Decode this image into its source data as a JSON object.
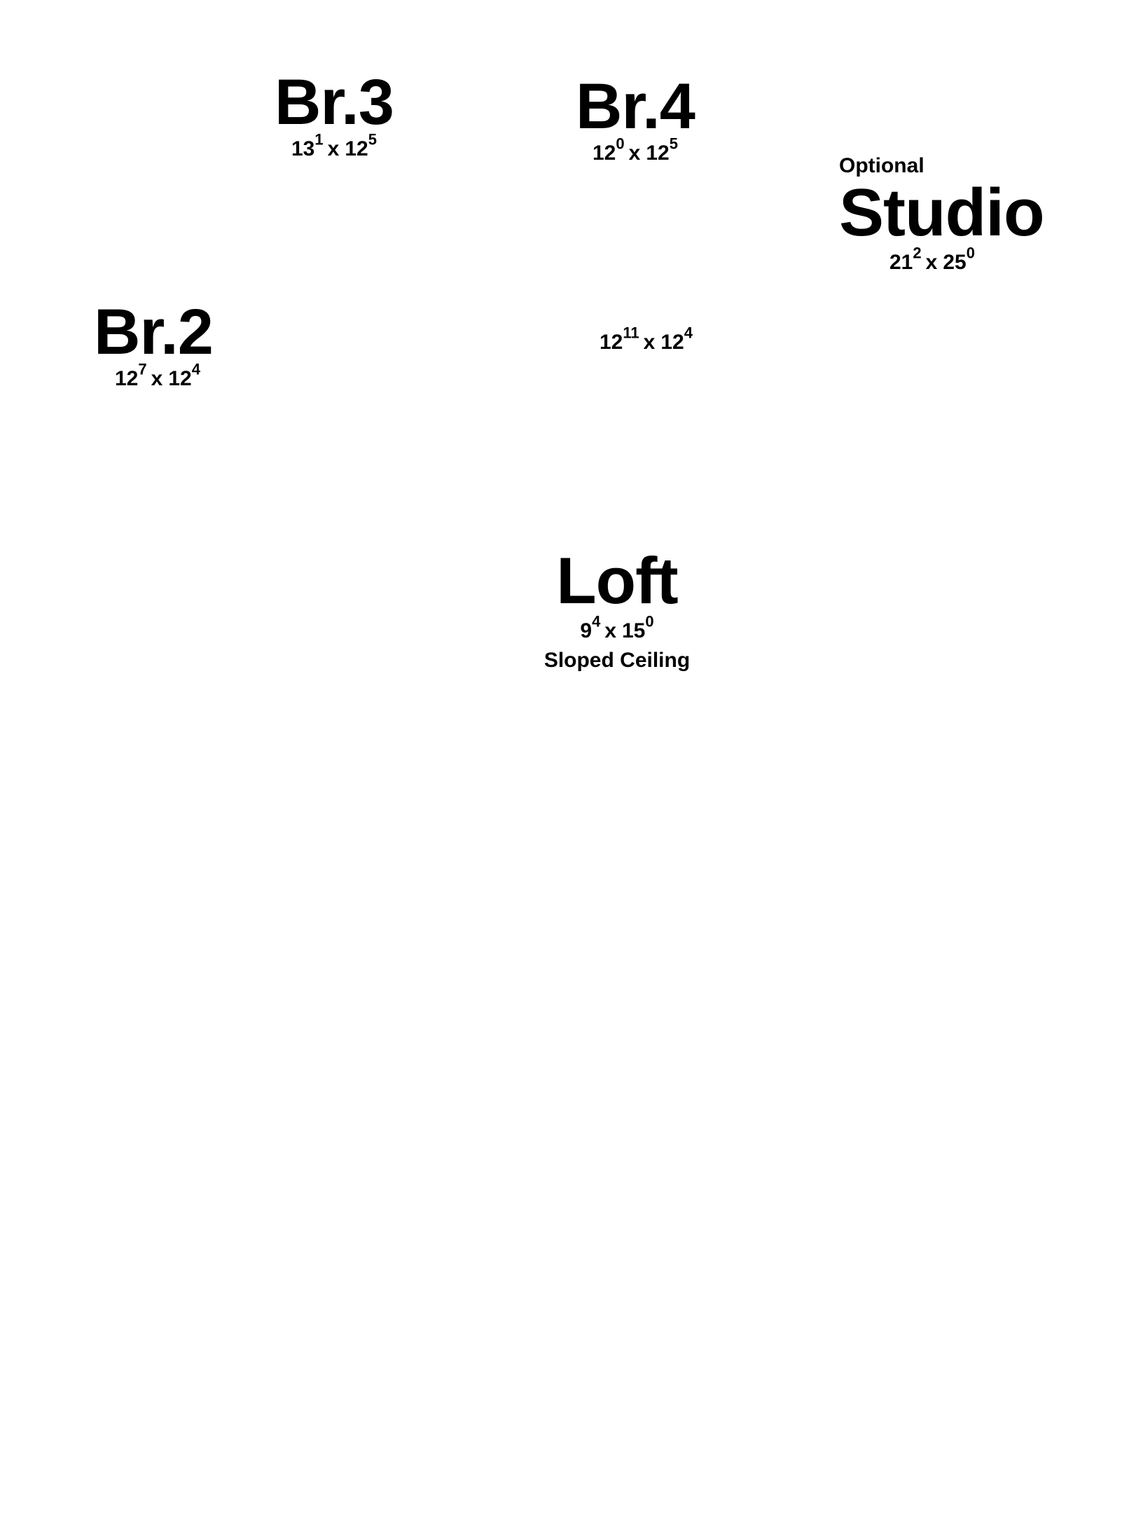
{
  "rooms": {
    "br3": {
      "name": "Br.3",
      "width_ft": "13",
      "width_in": "1",
      "length_ft": "12",
      "length_in": "5"
    },
    "br4": {
      "name": "Br.4",
      "width_ft": "12",
      "width_in": "0",
      "length_ft": "12",
      "length_in": "5"
    },
    "studio": {
      "label": "Optional",
      "name": "Studio",
      "width_ft": "21",
      "width_in": "2",
      "length_ft": "25",
      "length_in": "0"
    },
    "br2": {
      "name": "Br.2",
      "width_ft": "12",
      "width_in": "7",
      "length_ft": "12",
      "length_in": "4"
    },
    "hall": {
      "width_ft": "12",
      "width_in": "11",
      "length_ft": "12",
      "length_in": "4"
    },
    "loft": {
      "name": "Loft",
      "width_ft": "9",
      "width_in": "4",
      "length_ft": "15",
      "length_in": "0",
      "note": "Sloped Ceiling"
    }
  },
  "separator": "x"
}
